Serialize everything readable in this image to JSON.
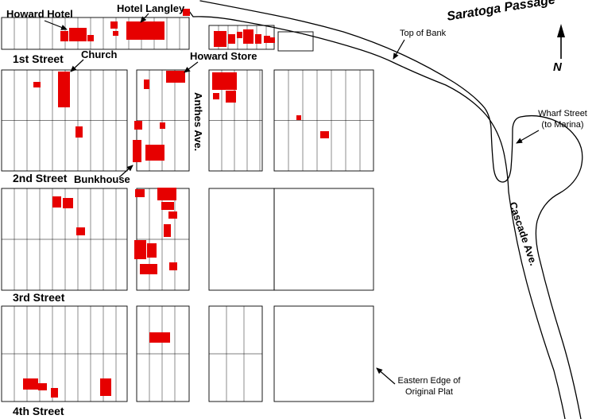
{
  "map": {
    "background": "#ffffff",
    "line_color": "#000000",
    "building_color": "#e60000"
  },
  "labels": {
    "howard_hotel": "Howard Hotel",
    "hotel_langley": "Hotel Langley",
    "church": "Church",
    "howard_store": "Howard Store",
    "bunkhouse": "Bunkhouse",
    "first_street": "1st Street",
    "second_street": "2nd Street",
    "third_street": "3rd Street",
    "fourth_street": "4th Street",
    "anthes_ave": "Anthes Ave.",
    "cascade_ave": "Cascade Ave.",
    "saratoga_passage": "Saratoga Passage",
    "top_of_bank": "Top of Bank",
    "wharf_line1": "Wharf Street",
    "wharf_line2": "(to Marina)",
    "eastern_edge_line1": "Eastern Edge of",
    "eastern_edge_line2": "Original Plat",
    "north": "N"
  },
  "geometry": {
    "shore_paths": [
      "M238,14 L243,21 Q270,20 305,27 Q345,34 383,43 Q420,52 455,63 Q480,71 498,80 Q530,95 561,107 Q593,123 612,145 Q628,165 634,192 Q639,216 640,241 Q648,300 663,356 Q678,411 697,466 Q705,496 711,527",
      "M252,1 Q300,10 345,19 Q390,28 432,40 Q470,52 505,68 Q540,84 572,104 Q598,121 610,136 Q617,146 618,162 Q619,190 621,210 Q623,228 632,229 Q641,229 643,212 Q645,188 645,162 Q646,149 655,147 Q674,143 694,150 Q716,158 727,176 Q736,191 731,211 Q725,231 704,243 Q683,254 676,278 Q672,296 678,322 Q690,372 705,420 Q720,468 731,527"
    ],
    "blocks": [
      [
        2,
        22,
        236,
        40,
        16,
        0
      ],
      [
        263,
        32,
        82,
        30,
        12,
        0
      ],
      [
        350,
        40,
        44,
        24,
        0,
        0
      ],
      [
        2,
        88,
        158,
        127,
        16,
        1
      ],
      [
        172,
        88,
        66,
        127,
        16,
        1
      ],
      [
        263,
        88,
        67,
        127,
        16,
        1
      ],
      [
        345,
        88,
        125,
        127,
        18,
        1
      ],
      [
        2,
        237,
        158,
        128,
        16,
        1
      ],
      [
        172,
        237,
        66,
        128,
        16,
        1
      ],
      [
        263,
        237,
        82,
        128,
        0,
        0
      ],
      [
        345,
        237,
        125,
        128,
        0,
        0
      ],
      [
        2,
        385,
        158,
        120,
        16,
        1
      ],
      [
        172,
        385,
        66,
        120,
        16,
        1
      ],
      [
        263,
        385,
        67,
        120,
        22,
        1
      ],
      [
        345,
        385,
        125,
        120,
        0,
        0
      ]
    ],
    "buildings": [
      [
        76,
        39,
        10,
        13
      ],
      [
        87,
        35,
        22,
        17
      ],
      [
        110,
        44,
        8,
        8
      ],
      [
        139,
        27,
        9,
        9
      ],
      [
        142,
        39,
        7,
        6
      ],
      [
        159,
        27,
        48,
        23
      ],
      [
        230,
        11,
        9,
        9
      ],
      [
        269,
        39,
        16,
        20
      ],
      [
        287,
        43,
        9,
        12
      ],
      [
        298,
        40,
        7,
        8
      ],
      [
        306,
        37,
        13,
        18
      ],
      [
        321,
        43,
        8,
        12
      ],
      [
        332,
        45,
        8,
        9
      ],
      [
        339,
        47,
        7,
        7
      ],
      [
        73,
        90,
        15,
        45
      ],
      [
        42,
        103,
        9,
        7
      ],
      [
        209,
        89,
        24,
        15
      ],
      [
        181,
        100,
        7,
        12
      ],
      [
        267,
        91,
        31,
        22
      ],
      [
        284,
        114,
        13,
        15
      ],
      [
        268,
        117,
        8,
        8
      ],
      [
        373,
        145,
        6,
        6
      ],
      [
        403,
        165,
        11,
        9
      ],
      [
        95,
        159,
        9,
        14
      ],
      [
        169,
        152,
        10,
        11
      ],
      [
        167,
        176,
        11,
        28
      ],
      [
        183,
        182,
        24,
        20
      ],
      [
        201,
        154,
        7,
        8
      ],
      [
        66,
        247,
        11,
        14
      ],
      [
        79,
        249,
        13,
        13
      ],
      [
        96,
        286,
        11,
        10
      ],
      [
        170,
        238,
        12,
        10
      ],
      [
        198,
        236,
        24,
        16
      ],
      [
        203,
        254,
        16,
        10
      ],
      [
        212,
        266,
        11,
        9
      ],
      [
        206,
        282,
        9,
        16
      ],
      [
        169,
        302,
        15,
        24
      ],
      [
        185,
        306,
        12,
        18
      ],
      [
        176,
        332,
        22,
        13
      ],
      [
        213,
        330,
        10,
        10
      ],
      [
        188,
        418,
        26,
        13
      ],
      [
        29,
        476,
        19,
        14
      ],
      [
        48,
        482,
        11,
        9
      ],
      [
        64,
        488,
        9,
        12
      ],
      [
        126,
        476,
        14,
        22
      ]
    ],
    "callout_arrows": [
      [
        56,
        26,
        84,
        37
      ],
      [
        187,
        17,
        177,
        28
      ],
      [
        105,
        75,
        89,
        90
      ],
      [
        249,
        78,
        232,
        91
      ],
      [
        150,
        223,
        167,
        208
      ],
      [
        509,
        50,
        495,
        74
      ],
      [
        678,
        164,
        650,
        180
      ],
      [
        497,
        483,
        474,
        463
      ]
    ]
  }
}
